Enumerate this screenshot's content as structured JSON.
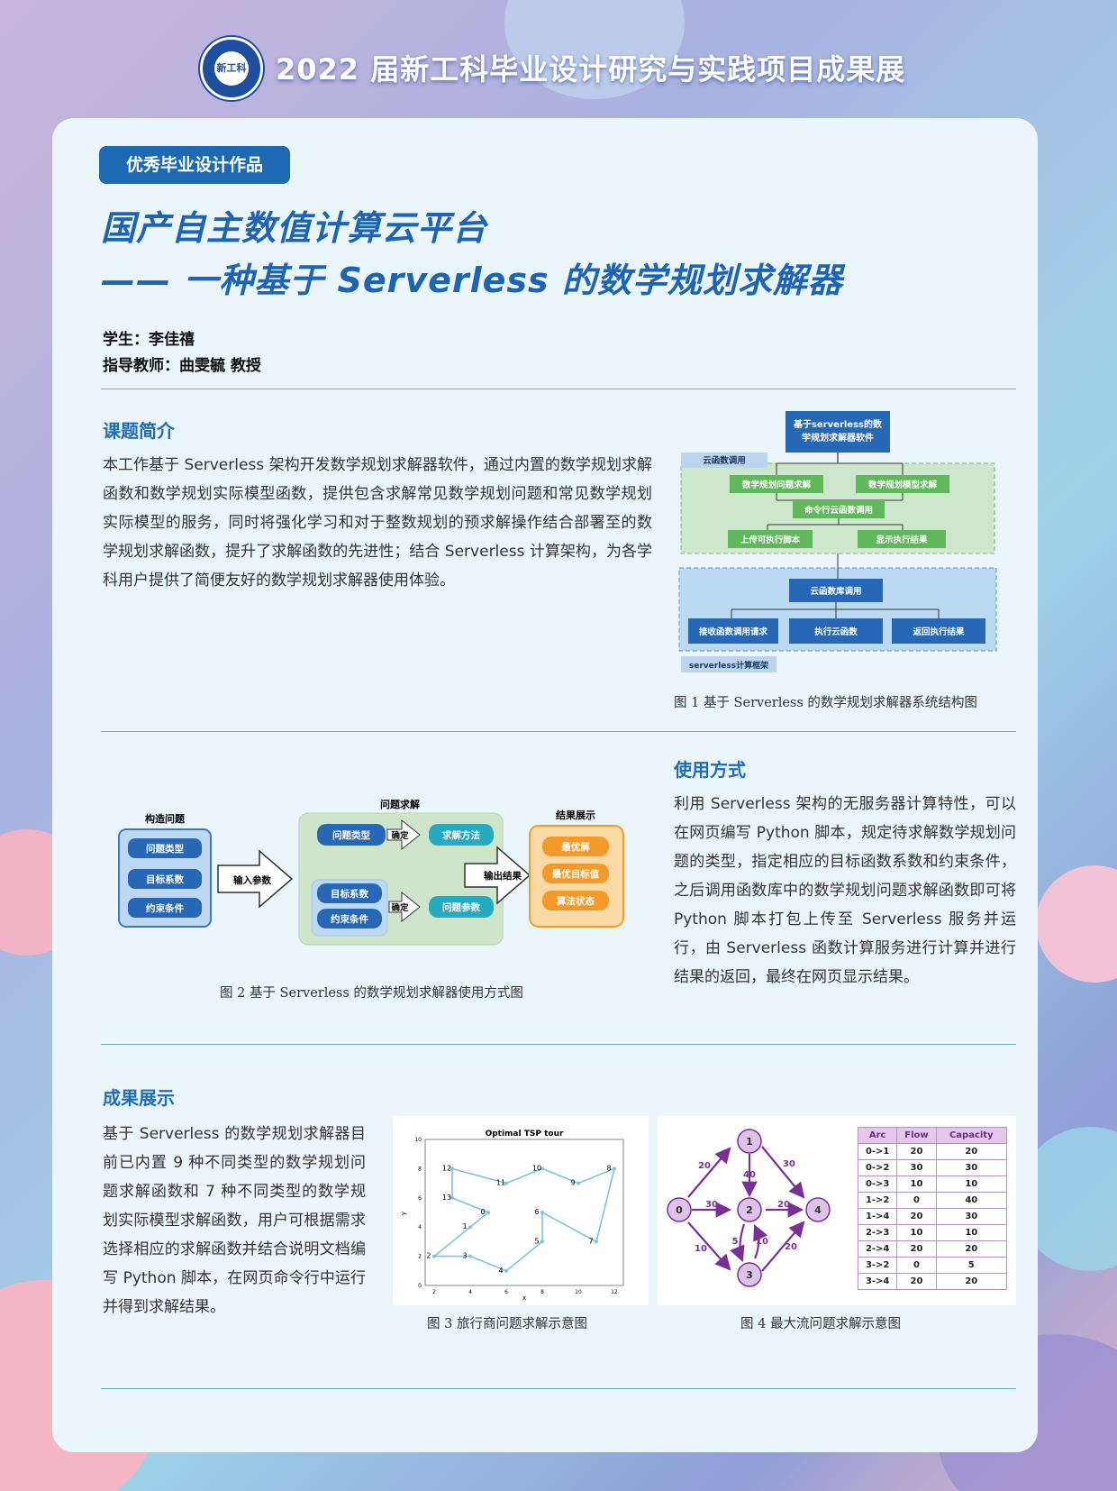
{
  "header": {
    "title": "2022 届新工科毕业设计研究与实践项目成果展",
    "logo_text": "新工科"
  },
  "tag": "优秀毕业设计作品",
  "title": {
    "line1": "国产自主数值计算云平台",
    "line2": "—— 一种基于 Serverless 的数学规划求解器"
  },
  "student": "学生：李佳禧",
  "advisor": "指导教师：曲雯毓 教授",
  "sections": {
    "intro": {
      "heading": "课题简介",
      "text": "本工作基于 Serverless 架构开发数学规划求解器软件，通过内置的数学规划求解函数和数学规划实际模型函数，提供包含求解常见数学规划问题和常见数学规划实际模型的服务，同时将强化学习和对于整数规划的预求解操作结合部署至的数学规划求解函数，提升了求解函数的先进性；结合 Serverless 计算架构，为各学科用户提供了简便友好的数学规划求解器使用体验。"
    },
    "usage": {
      "heading": "使用方式",
      "text": "利用 Serverless 架构的无服务器计算特性，可以在网页编写 Python 脚本，规定待求解数学规划问题的类型，指定相应的目标函数系数和约束条件，之后调用函数库中的数学规划问题求解函数即可将 Python 脚本打包上传至 Serverless 服务并运行，由 Serverless 函数计算服务进行计算并进行结果的返回，最终在网页显示结果。"
    },
    "results": {
      "heading": "成果展示",
      "text": "基于 Serverless 的数学规划求解器目前已内置 9 种不同类型的数学规划问题求解函数和 7 种不同类型的数学规划实际模型求解函数，用户可根据需求选择相应的求解函数并结合说明文档编写 Python 脚本，在网页命令行中运行并得到求解结果。"
    }
  },
  "fig1": {
    "caption": "图 1  基于 Serverless 的数学规划求解器系统结构图",
    "top": "基于serverless的数学规划求解器软件",
    "cloud_label": "云函数调用",
    "green_nodes": [
      "数学规划问题求解",
      "数学规划模型求解",
      "命令行云函数调用",
      "上传可执行脚本",
      "显示执行结果"
    ],
    "blue_top": "云函数库调用",
    "blue_nodes": [
      "接收函数调用请求",
      "执行云函数",
      "返回执行结果"
    ],
    "framework_label": "serverless计算框架"
  },
  "fig2": {
    "caption": "图 2  基于 Serverless 的数学规划求解器使用方式图",
    "group1_title": "构造问题",
    "group1": [
      "问题类型",
      "目标系数",
      "约束条件"
    ],
    "arrow1": "输入参数",
    "group2_title": "问题求解",
    "group2_a": [
      "问题类型",
      "求解方法"
    ],
    "group2_b": [
      "目标系数",
      "约束条件",
      "问题参数"
    ],
    "confirm": "确定",
    "arrow2": "输出结果",
    "group3_title": "结果展示",
    "group3": [
      "最优解",
      "最优目标值",
      "算法状态"
    ]
  },
  "fig3": {
    "caption": "图 3  旅行商问题求解示意图",
    "chart_data": {
      "type": "line",
      "title": "Optimal TSP tour",
      "xlabel": "x",
      "ylabel": "y",
      "xlim": [
        1.5,
        12.5
      ],
      "ylim": [
        0,
        10
      ],
      "xticks": [
        2,
        4,
        6,
        8,
        10,
        12
      ],
      "yticks": [
        0,
        2,
        4,
        6,
        8,
        10
      ],
      "points": [
        {
          "label": "0",
          "x": 5,
          "y": 5
        },
        {
          "label": "1",
          "x": 4,
          "y": 4
        },
        {
          "label": "2",
          "x": 2,
          "y": 2
        },
        {
          "label": "3",
          "x": 4,
          "y": 2
        },
        {
          "label": "4",
          "x": 6,
          "y": 1
        },
        {
          "label": "5",
          "x": 8,
          "y": 3
        },
        {
          "label": "6",
          "x": 8,
          "y": 5
        },
        {
          "label": "7",
          "x": 11,
          "y": 3
        },
        {
          "label": "8",
          "x": 12,
          "y": 8
        },
        {
          "label": "9",
          "x": 10,
          "y": 7
        },
        {
          "label": "10",
          "x": 8,
          "y": 8
        },
        {
          "label": "11",
          "x": 6,
          "y": 7
        },
        {
          "label": "12",
          "x": 3,
          "y": 8
        },
        {
          "label": "13",
          "x": 3,
          "y": 6
        }
      ],
      "tour": [
        "0",
        "13",
        "12",
        "11",
        "10",
        "9",
        "8",
        "7",
        "6",
        "5",
        "4",
        "3",
        "2",
        "1",
        "0"
      ]
    }
  },
  "fig4": {
    "caption": "图 4  最大流问题求解示意图",
    "nodes": [
      "0",
      "1",
      "2",
      "3",
      "4"
    ],
    "edges": [
      {
        "from": "0",
        "to": "1",
        "label": "20"
      },
      {
        "from": "0",
        "to": "2",
        "label": "30"
      },
      {
        "from": "0",
        "to": "3",
        "label": "10"
      },
      {
        "from": "1",
        "to": "2",
        "label": "40"
      },
      {
        "from": "1",
        "to": "4",
        "label": "30"
      },
      {
        "from": "2",
        "to": "4",
        "label": "20"
      },
      {
        "from": "2",
        "to": "3",
        "label": "10"
      },
      {
        "from": "3",
        "to": "2",
        "label": "5"
      },
      {
        "from": "3",
        "to": "4",
        "label": "20"
      }
    ],
    "table": {
      "headers": [
        "Arc",
        "Flow",
        "Capacity"
      ],
      "rows": [
        [
          "0->1",
          "20",
          "20"
        ],
        [
          "0->2",
          "30",
          "30"
        ],
        [
          "0->3",
          "10",
          "10"
        ],
        [
          "1->2",
          "0",
          "40"
        ],
        [
          "1->4",
          "20",
          "30"
        ],
        [
          "2->3",
          "10",
          "10"
        ],
        [
          "2->4",
          "20",
          "20"
        ],
        [
          "3->2",
          "0",
          "5"
        ],
        [
          "3->4",
          "20",
          "20"
        ]
      ]
    }
  }
}
